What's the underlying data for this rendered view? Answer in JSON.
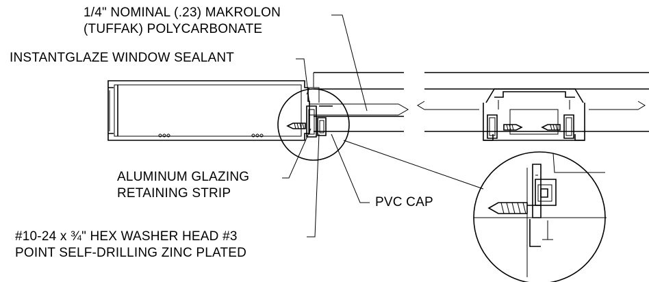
{
  "labels": {
    "polycarbonate_line1": "1/4\" NOMINAL (.23) MAKROLON",
    "polycarbonate_line2": "(TUFFAK) POLYCARBONATE",
    "sealant": "INSTANTGLAZE WINDOW SEALANT",
    "strip_line1": "ALUMINUM GLAZING",
    "strip_line2": "RETAINING STRIP",
    "cap": "PVC CAP",
    "screw_line1": "#10-24 x ¾\" HEX WASHER HEAD #3",
    "screw_line2": "POINT SELF-DRILLING ZINC PLATED"
  }
}
